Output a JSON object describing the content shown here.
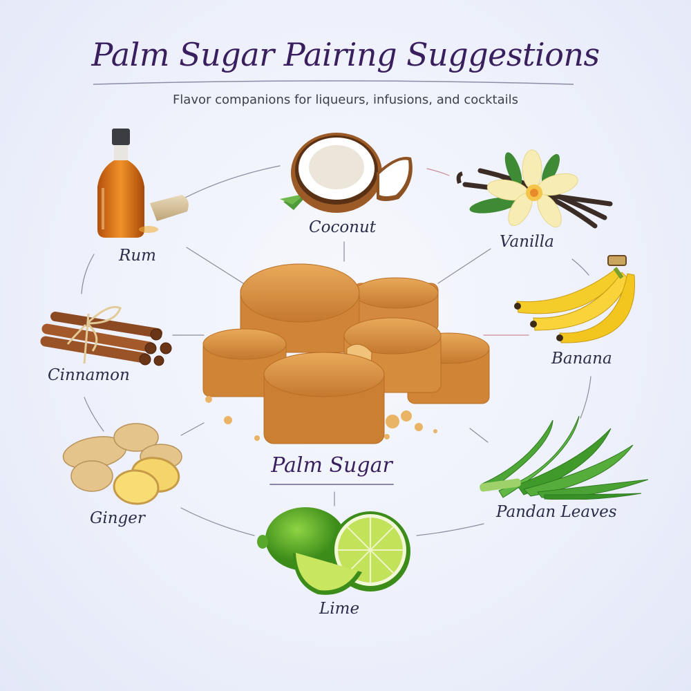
{
  "header": {
    "title": "Palm Sugar Pairing Suggestions",
    "subtitle": "Flavor companions for liqueurs, infusions, and cocktails"
  },
  "center": {
    "label": "Palm Sugar",
    "icon": "palm-sugar-discs-icon"
  },
  "pairings": [
    {
      "label": "Rum",
      "icon": "rum-bottle-icon"
    },
    {
      "label": "Coconut",
      "icon": "coconut-icon"
    },
    {
      "label": "Vanilla",
      "icon": "vanilla-flower-icon"
    },
    {
      "label": "Cinnamon",
      "icon": "cinnamon-sticks-icon"
    },
    {
      "label": "Banana",
      "icon": "banana-bunch-icon"
    },
    {
      "label": "Ginger",
      "icon": "ginger-root-icon"
    },
    {
      "label": "Pandan Leaves",
      "icon": "pandan-leaves-icon"
    },
    {
      "label": "Lime",
      "icon": "lime-icon"
    }
  ],
  "colors": {
    "title": "#3a1f5e",
    "label": "#2a2d48",
    "subtitle": "#3d3f4a",
    "connector": "#8b8a9c",
    "connector_accent": "#c98a96",
    "background": "#eef1fb"
  }
}
